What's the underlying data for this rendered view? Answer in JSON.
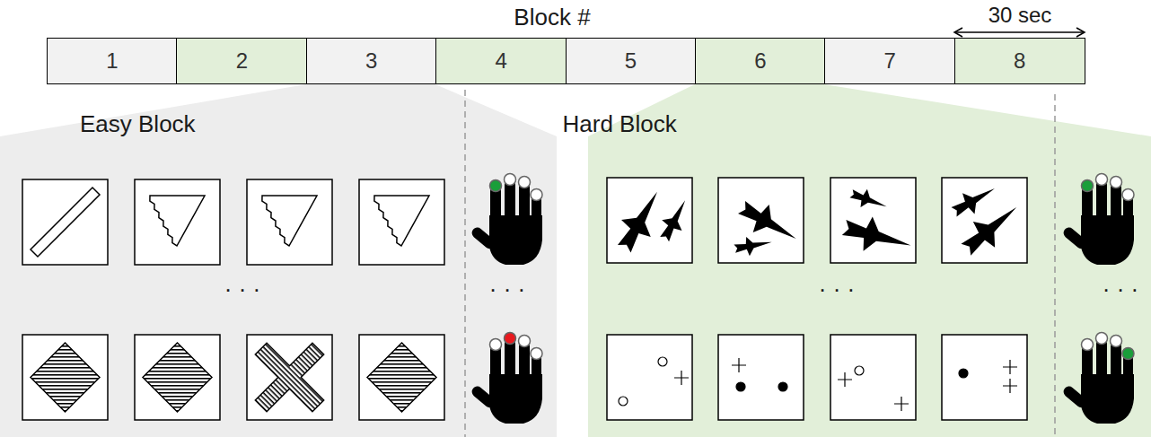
{
  "diagram": {
    "title": "Block #",
    "nodes": [
      {
        "text": [
          "1"
        ]
      },
      {
        "text": [
          "2"
        ]
      },
      {
        "text": [
          "3"
        ]
      },
      {
        "text": [
          "4"
        ]
      },
      {
        "text": [
          "5"
        ]
      },
      {
        "text": [
          "6"
        ]
      },
      {
        "text": [
          "7"
        ]
      },
      {
        "text": [
          "8"
        ]
      },
      {
        "text": [
          "Easy Block"
        ]
      },
      {
        "text": [
          "Hard Block"
        ]
      }
    ],
    "labels": [
      "30 sec",
      "· · ·",
      "· · ·",
      "· · ·",
      "· · ·"
    ]
  }
}
